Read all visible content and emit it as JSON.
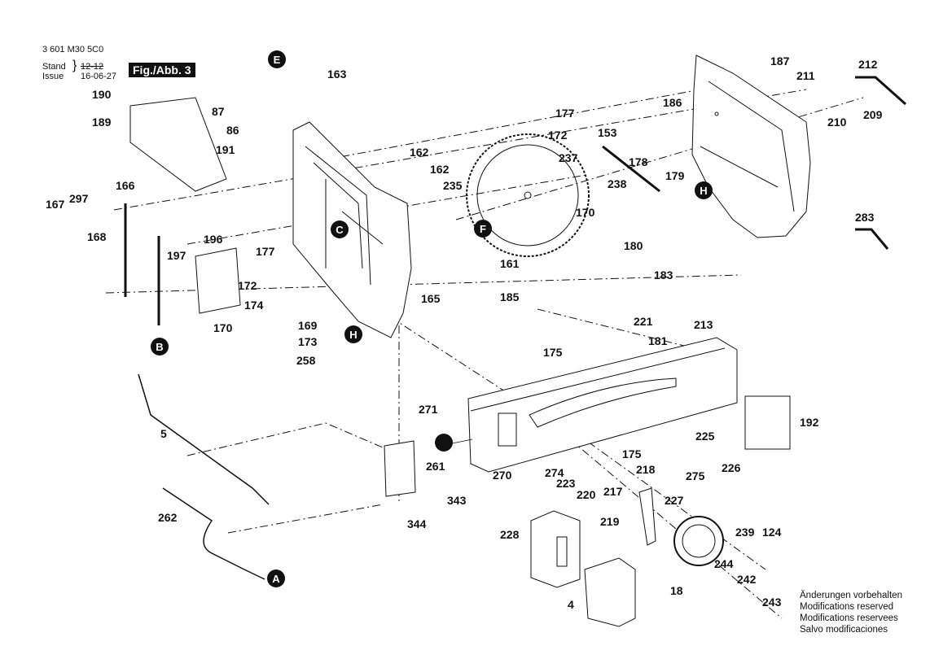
{
  "header": {
    "part_number": "3 601 M30 5C0",
    "stand_label": "Stand",
    "issue_label": "Issue",
    "stand_value": "12-12",
    "issue_value": "16-06-27",
    "figure_label": "Fig./Abb. 3"
  },
  "notes": [
    "Änderungen vorbehalten",
    "Modifications reserved",
    "Modifications reservees",
    "Salvo modificaciones"
  ],
  "part_labels": [
    "187",
    "212",
    "211",
    "163",
    "190",
    "177",
    "153",
    "186",
    "210",
    "209",
    "87",
    "172",
    "189",
    "86",
    "162",
    "191",
    "178",
    "237",
    "162",
    "179",
    "238",
    "166",
    "235",
    "297",
    "167",
    "170",
    "168",
    "283",
    "196",
    "177",
    "180",
    "161",
    "197",
    "183",
    "172",
    "185",
    "174",
    "165",
    "221",
    "170",
    "169",
    "213",
    "181",
    "173",
    "175",
    "258",
    "271",
    "175",
    "192",
    "225",
    "5",
    "261",
    "218",
    "270",
    "274",
    "226",
    "223",
    "275",
    "220",
    "217",
    "227",
    "343",
    "344",
    "219",
    "262",
    "228",
    "239",
    "124",
    "244",
    "242",
    "18",
    "4",
    "243"
  ],
  "callouts": [
    "E",
    "C",
    "F",
    "H",
    "H",
    "B",
    "A"
  ],
  "colors": {
    "ink": "#111111",
    "paper": "#ffffff",
    "fig_label_bg": "#111111"
  }
}
